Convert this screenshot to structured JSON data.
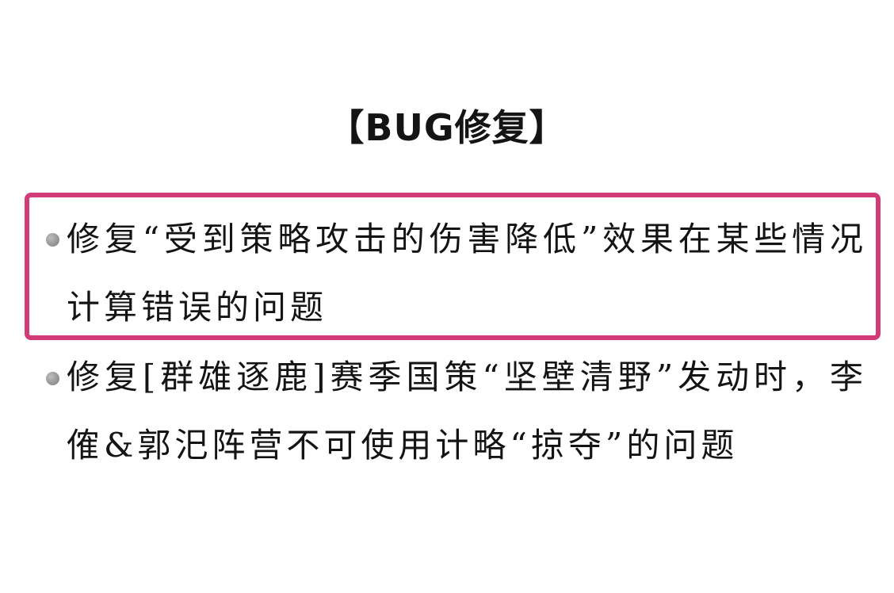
{
  "heading": "【BUG修复】",
  "items": [
    {
      "text": "修复“受到策略攻击的伤害降低”效果在某些情况计算错误的问题",
      "highlighted": true
    },
    {
      "text": "修复[群雄逐鹿]赛季国策“坚壁清野”发动时，李傕&郭汜阵营不可使用计略“掠夺”的问题",
      "highlighted": false
    }
  ],
  "colors": {
    "highlight_border": "#d23a78",
    "bullet": "#9a9a9a",
    "text": "#141414",
    "background": "#ffffff"
  }
}
